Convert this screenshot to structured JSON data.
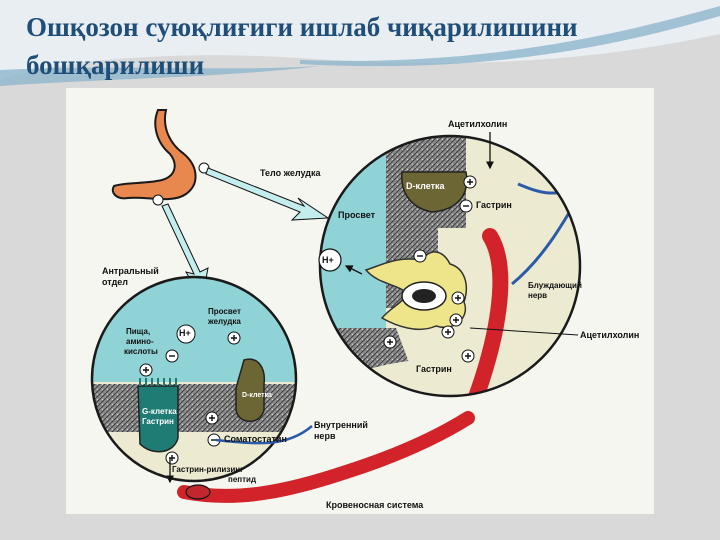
{
  "slide": {
    "title": "Ошқозон суюқлиғиги ишлаб чиқарилишини бошқарилиши"
  },
  "diagram": {
    "labels": {
      "acetylcholine_top": "Ацетилхолин",
      "stomach_body": "Тело желудка",
      "d_cell_top": "D-клетка",
      "gastrin_top": "Гастрин",
      "lumen": "Просвет",
      "h_plus": "H+",
      "vagus_line1": "Блуждающий",
      "vagus_line2": "нерв",
      "acetylcholine_right": "Ацетилхолин",
      "gastrin_bottom": "Гастрин",
      "antral_line1": "Антральный",
      "antral_line2": "отдел",
      "gastric_lumen_line1": "Просвет",
      "gastric_lumen_line2": "желудка",
      "food_line1": "Пища,",
      "food_line2": "амино-",
      "food_line3": "кислоты",
      "g_cell_line1": "G-клетка",
      "g_cell_line2": "Гастрин",
      "d_cell_small": "D-клетка",
      "somatostatin": "Соматостатин",
      "internal_nerve_line1": "Внутренний",
      "internal_nerve_line2": "нерв",
      "grp_line1": "Гастрин-рилизинг",
      "grp_line2": "пептид",
      "venous_system": "Кровеносная система"
    }
  }
}
